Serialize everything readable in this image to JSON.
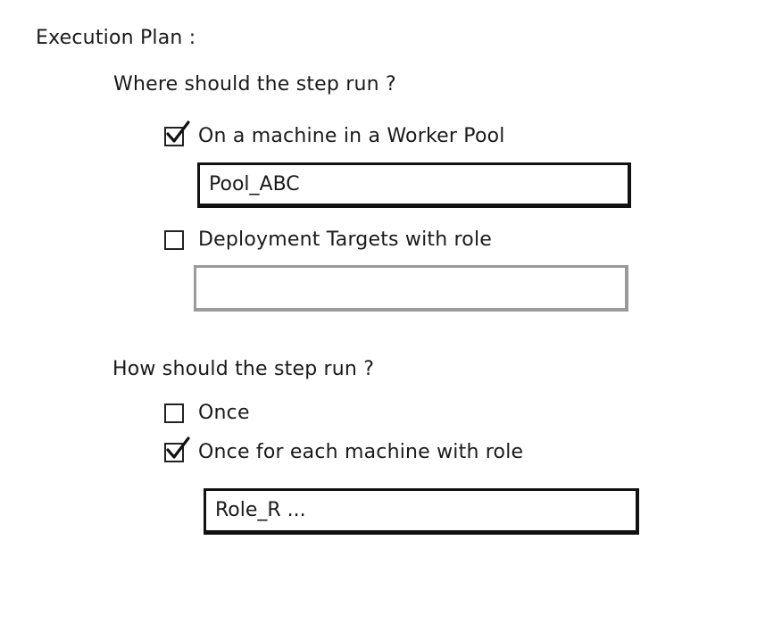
{
  "execution_plan": {
    "title": "Execution Plan :",
    "where_section": {
      "heading": "Where should the step run ?",
      "options": [
        {
          "label": "On a machine in a Worker Pool",
          "checked": true,
          "input_value": "Pool_ABC"
        },
        {
          "label": "Deployment Targets with role",
          "checked": false,
          "input_value": ""
        }
      ]
    },
    "how_section": {
      "heading": "How should the step run ?",
      "options": [
        {
          "label": "Once",
          "checked": false
        },
        {
          "label": "Once for each machine with role",
          "checked": true,
          "input_value": "Role_R ..."
        }
      ]
    }
  },
  "icons": {
    "checked": "checkmark-icon"
  }
}
